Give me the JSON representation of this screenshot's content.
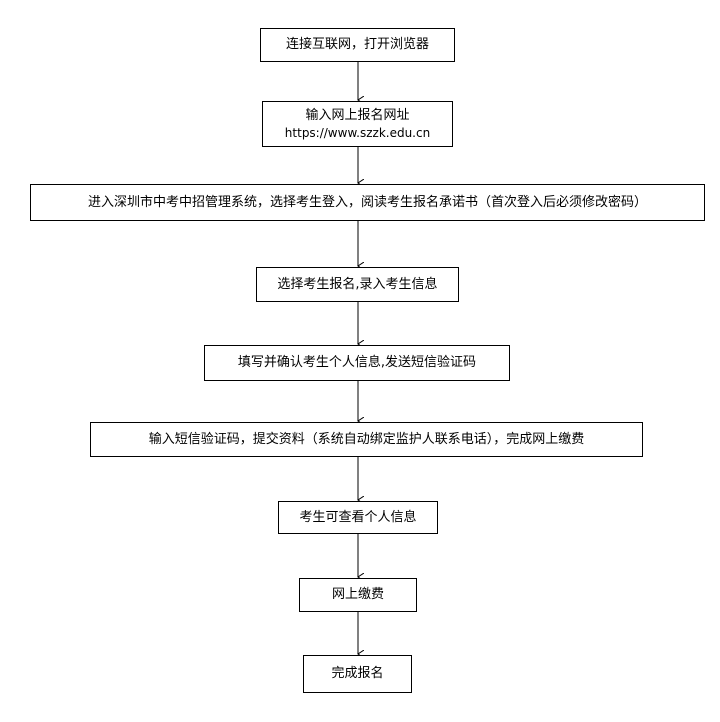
{
  "steps": [
    {
      "text": "连接互联网，打开浏览器"
    },
    {
      "text": "输入网上报名网址",
      "subtext": "https://www.szzk.edu.cn"
    },
    {
      "text": "进入深圳市中考中招管理系统，选择考生登入，阅读考生报名承诺书（首次登入后必须修改密码）"
    },
    {
      "text": "选择考生报名,录入考生信息"
    },
    {
      "text": "填写并确认考生个人信息,发送短信验证码"
    },
    {
      "text": "输入短信验证码，提交资料（系统自动绑定监护人联系电话），完成网上缴费"
    },
    {
      "text": "考生可查看个人信息"
    },
    {
      "text": "网上缴费"
    },
    {
      "text": "完成报名"
    }
  ]
}
